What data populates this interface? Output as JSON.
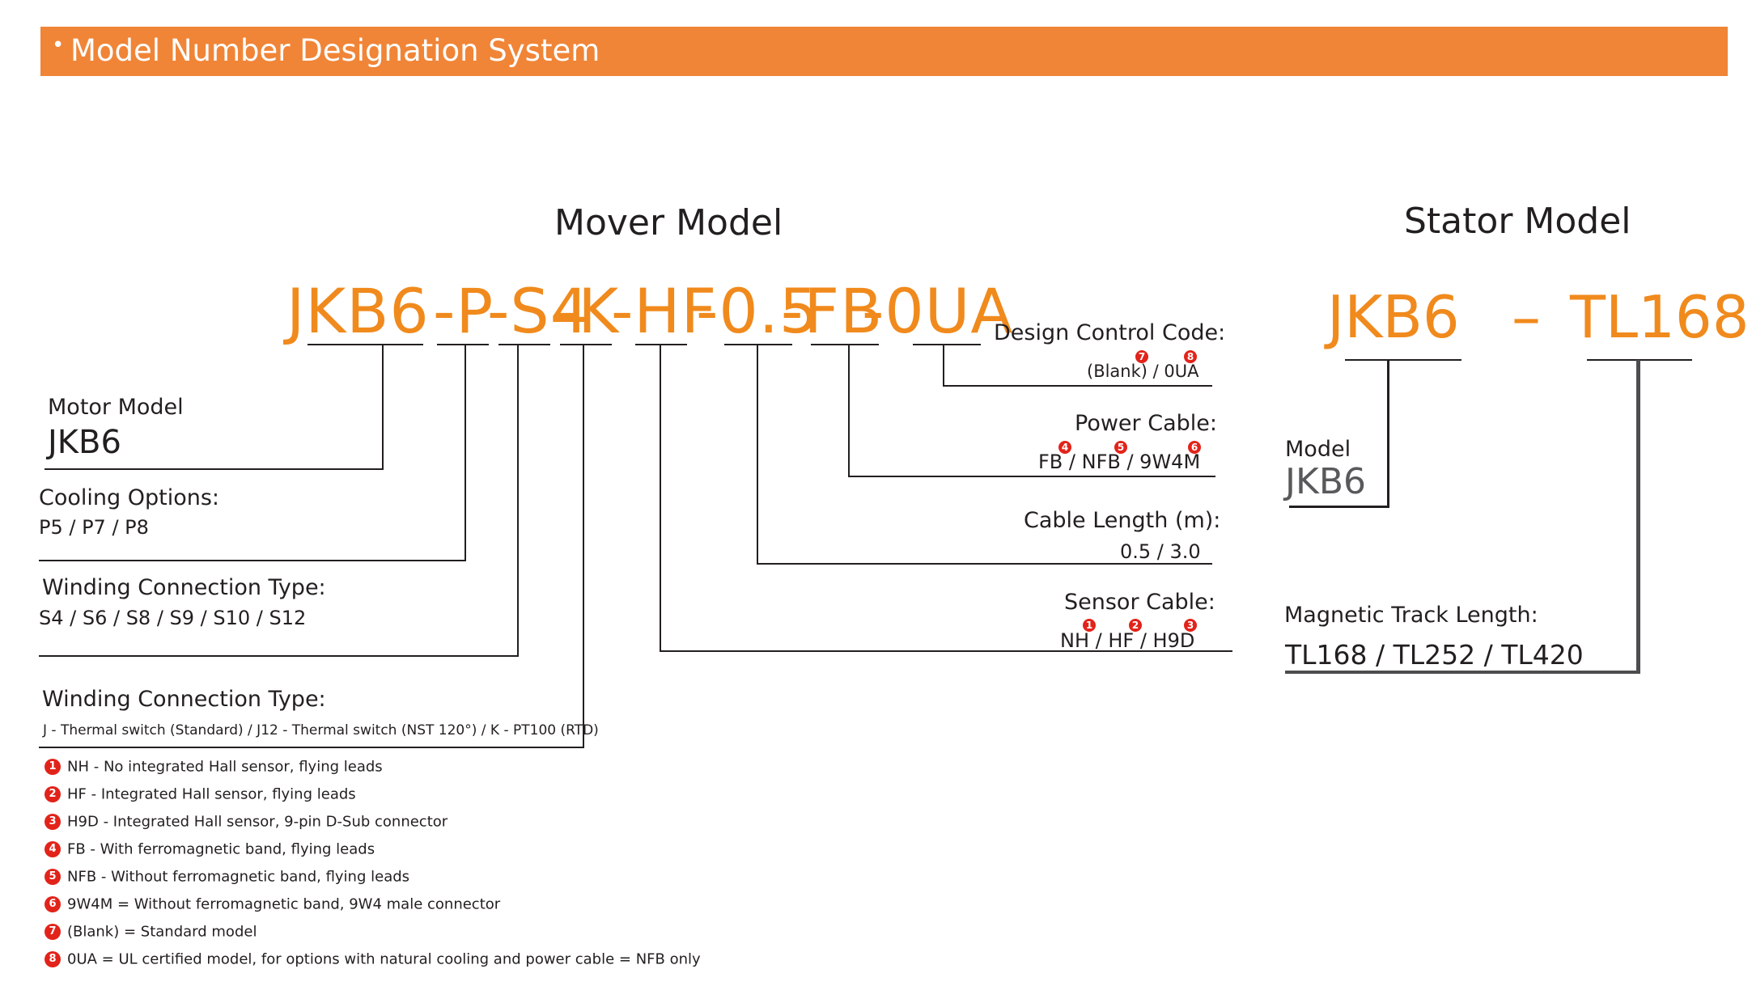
{
  "banner": {
    "bullet": "•",
    "title": "Model Number Designation System"
  },
  "accent_color": "#f08537",
  "badge_color": "#e2231a",
  "mover": {
    "heading": "Mover Model",
    "segments": {
      "jkb6": "JKB6",
      "p": "-P",
      "s4": "-S4",
      "k": "-K",
      "hf": "-HF",
      "len": "-0.5",
      "fb": "-FB",
      "ua": "-0UA"
    },
    "motor_model": {
      "label": "Motor Model",
      "value": "JKB6"
    },
    "cooling": {
      "label": "Cooling Options:",
      "value": "P5 / P7 / P8"
    },
    "winding": {
      "label": "Winding Connection Type:",
      "value": "S4 / S6 / S8 / S9 / S10 / S12"
    },
    "thermal": {
      "label": "Winding Connection Type:",
      "value": "J - Thermal switch (Standard)  / J12 - Thermal switch (NST 120°)  / K - PT100 (RTD)"
    },
    "design_code": {
      "label": "Design Control Code:",
      "value": "(Blank) / 0UA",
      "badges": [
        "7",
        "8"
      ]
    },
    "power_cable": {
      "label": "Power Cable:",
      "value": "FB / NFB / 9W4M",
      "badges": [
        "4",
        "5",
        "6"
      ]
    },
    "cable_length": {
      "label": "Cable Length (m):",
      "value": "0.5 / 3.0"
    },
    "sensor_cable": {
      "label": "Sensor Cable:",
      "value": "NH / HF / H9D",
      "badges": [
        "1",
        "2",
        "3"
      ]
    }
  },
  "stator": {
    "heading": "Stator Model",
    "code_left": "JKB6",
    "code_dash": "–",
    "code_right": "TL168",
    "model": {
      "label": "Model",
      "value": "JKB6"
    },
    "track": {
      "label": "Magnetic Track Length:",
      "value": "TL168 / TL252 / TL420"
    }
  },
  "notes": [
    {
      "num": "1",
      "text": "NH - No integrated Hall sensor, flying leads"
    },
    {
      "num": "2",
      "text": "HF - Integrated Hall sensor, flying leads"
    },
    {
      "num": "3",
      "text": "H9D - Integrated Hall sensor, 9-pin D-Sub connector"
    },
    {
      "num": "4",
      "text": "FB - With ferromagnetic band, flying leads"
    },
    {
      "num": "5",
      "text": "NFB - Without ferromagnetic band, flying leads"
    },
    {
      "num": "6",
      "text": "9W4M = Without ferromagnetic band, 9W4 male connector"
    },
    {
      "num": "7",
      "text": "(Blank) = Standard model"
    },
    {
      "num": "8",
      "text": "0UA = UL certified model, for options with natural cooling and power cable = NFB only"
    }
  ]
}
